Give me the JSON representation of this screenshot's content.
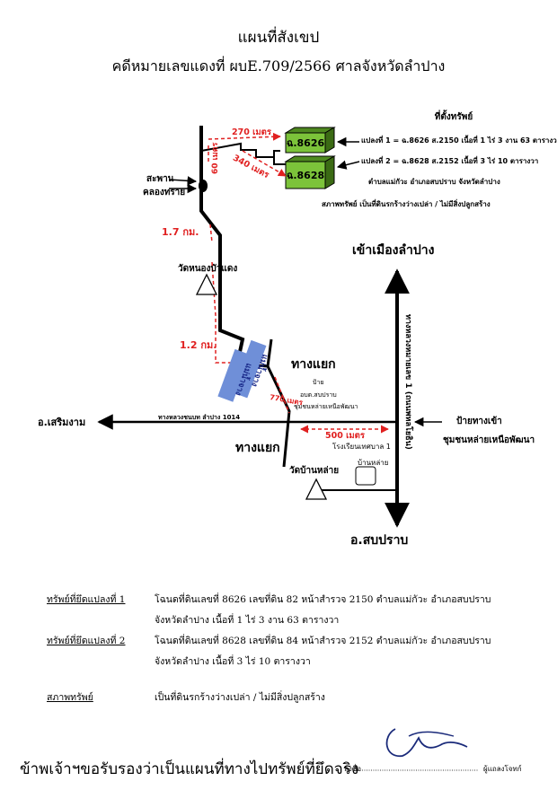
{
  "title_line1": "แผนที่สังเขป",
  "title_line2": "คดีหมายเลขแดงที่ ผบE.709/2566 ศาลจังหวัดลำปาง",
  "map": {
    "location_heading": "ที่ตั้งทรัพย์",
    "plot1_line": "แปลงที่ 1 = ฉ.8626 ส.2150  เนื้อที่  1 ไร่ 3 งาน 63 ตารางวา",
    "plot2_line": "แปลงที่ 2 = ฉ.8628 ส.2152  เนื้อที่ 3 ไร่  10 ตารางวา",
    "tambon_line": "ตำบลแม่กัวะ  อำเภอสบปราบ  จังหวัดลำปาง",
    "condition_line": "สภาพทรัพย์ เป็นที่ดินรกร้างว่างเปล่า / ไม่มีสิ่งปลูกสร้าง",
    "parcel1": "ฉ.8626",
    "parcel2": "ฉ.8628",
    "dist_270": "270 เมตร",
    "dist_340": "340 เมตร",
    "dist_60": "60 เมตร",
    "dist_17km": "1.7 กม.",
    "dist_12km": "1.2 กม.",
    "dist_770": "770 เมตร",
    "dist_500": "500 เมตร",
    "bridge_line1": "สะพาน",
    "bridge_line2": "คลองทราย",
    "temple_nongbuadaeng": "วัดหนองบัวแดง",
    "river_label_1": "แม่น้ำจาง",
    "river_label_2": "แม่น้ำจาง",
    "junction_upper": "ทางแยก",
    "junction_lower": "ทางแยก",
    "sign_line1": "ป้าย",
    "sign_line2": "อบต.สบปราบ",
    "sign_line3": "ชุมชนหล่ายเหนือพัฒนา",
    "to_lampang": "เข้าเมืองลำปาง",
    "to_soemngam": "อ.เสริมงาม",
    "to_sopprap": "อ.สบปราบ",
    "highway_1": "ทางหลวงหมายเลข 1 (ถนนพหลโยธิน)",
    "highway_1014": "ทางหลวงชนบท ลำปาง 1014",
    "entrance_sign_1": "ป้ายทางเข้า",
    "entrance_sign_2": "ชุมชนหล่ายเหนือพัฒนา",
    "school": "โรงเรียนเทศบาล 1",
    "banlai": "บ้านหล่าย",
    "temple_banlai": "วัดบ้านหล่าย"
  },
  "details": {
    "plot1_label": "ทรัพย์ที่ยึดแปลงที่ 1",
    "plot1_text1": "โฉนดที่ดินเลขที่  8626   เลขที่ดิน  82  หน้าสำรวจ  2150  ตำบลแม่กัวะ   อำเภอสบปราบ",
    "plot1_text2": "จังหวัดลำปาง       เนื้อที่     1  ไร่  3  งาน  63  ตารางวา",
    "plot2_label": "ทรัพย์ที่ยึดแปลงที่ 2",
    "plot2_text1": "โฉนดที่ดินเลขที่  8628   เลขที่ดิน  84  หน้าสำรวจ  2152  ตำบลแม่กัวะ   อำเภอสบปราบ",
    "plot2_text2": "จังหวัดลำปาง       เนื้อที่     3  ไร่  10  ตารางวา",
    "cond_label": "สภาพทรัพย์",
    "cond_text": "เป็นที่ดินรกร้างว่างเปล่า / ไม่มีสิ่งปลูกสร้าง"
  },
  "footer": {
    "certify": "ข้าพเจ้าฯขอรับรองว่าเป็นแผนที่ทางไปทรัพย์ที่ยึดจริง",
    "sign_prefix": "ลงชื่อ",
    "sign_suffix": "ผู้แถลงโจทก์"
  },
  "colors": {
    "road": "#000000",
    "route_red": "#e02020",
    "parcel_green": "#7cc33a",
    "river_blue": "#6f8fd8"
  }
}
